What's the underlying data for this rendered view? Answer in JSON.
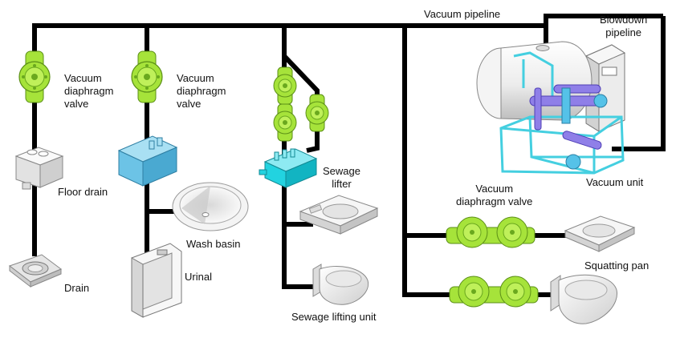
{
  "labels": {
    "vacuum_pipeline": "Vacuum pipeline",
    "blowdown_pipeline": [
      "Blowdown",
      "pipeline"
    ],
    "valve_left": [
      "Vacuum",
      "diaphragm",
      "valve"
    ],
    "valve_mid": [
      "Vacuum",
      "diaphragm",
      "valve"
    ],
    "vacuum_unit": "Vacuum unit",
    "valve_right": [
      "Vacuum",
      "diaphragm valve"
    ],
    "floor_drain": "Floor drain",
    "drain": "Drain",
    "wash_basin": "Wash basin",
    "urinal": "Urinal",
    "sewage_lifter": [
      "Sewage",
      "lifter"
    ],
    "squatting_pan": "Squatting pan",
    "sewage_lifting_unit": "Sewage lifting unit"
  },
  "colors": {
    "pipe": "#000000",
    "valve": "#a6e33a",
    "valve_dark": "#6aa81e",
    "box_blue": "#6cc3e6",
    "box_cyan": "#22d3e0",
    "frame": "#44cfe0",
    "pipe_purple": "#8f7fe8",
    "porcelain": "#f2f2f2"
  }
}
